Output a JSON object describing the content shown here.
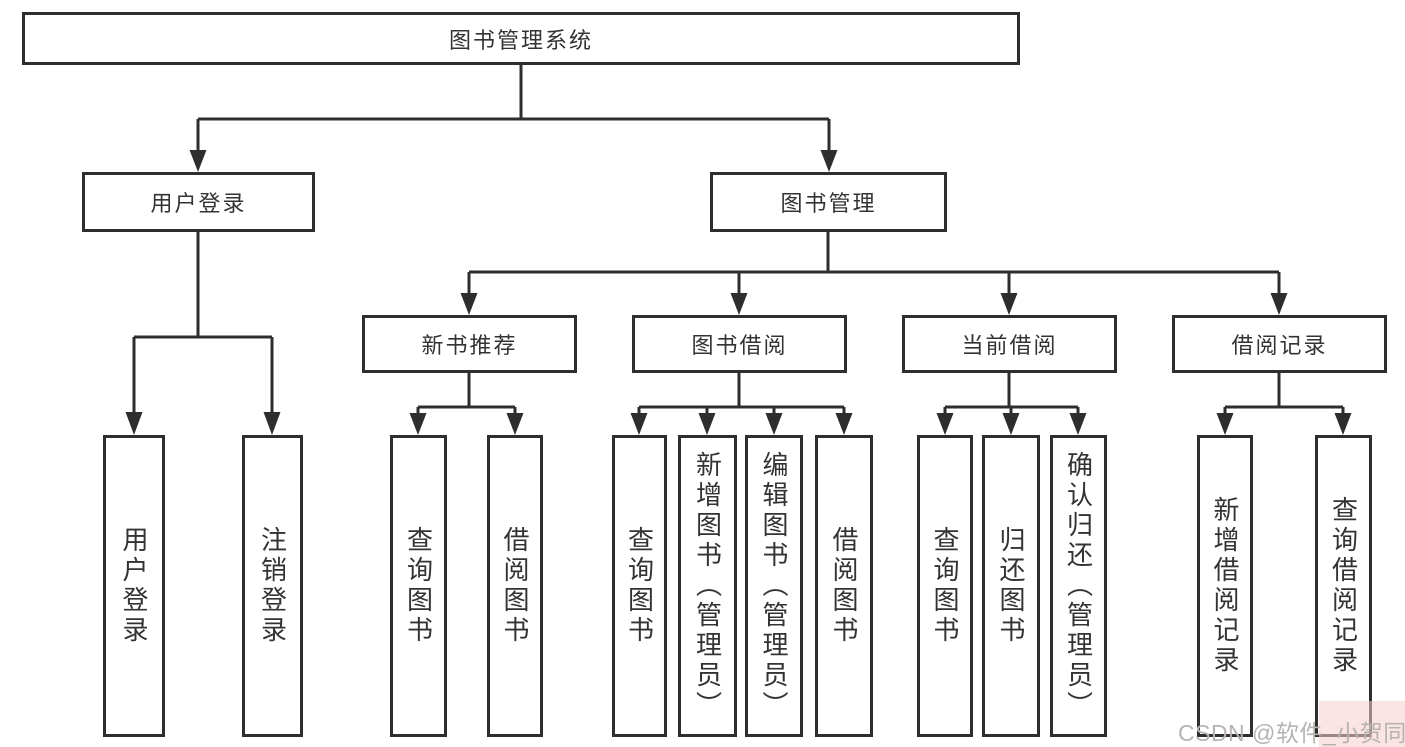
{
  "diagram": {
    "title": "图书管理系统",
    "nodes": {
      "root": "图书管理系统",
      "l2_user_login": "用户登录",
      "l2_book_mgmt": "图书管理",
      "l3_new_book": "新书推荐",
      "l3_book_borrow": "图书借阅",
      "l3_current_borrow": "当前借阅",
      "l3_borrow_record": "借阅记录",
      "leaf_user_login": "用户登录",
      "leaf_logout": "注销登录",
      "leaf_nb_query_book": "查询图书",
      "leaf_nb_borrow_book": "借阅图书",
      "leaf_bb_query_book": "查询图书",
      "leaf_bb_add_book": "新增图书（管理员）",
      "leaf_bb_edit_book": "编辑图书（管理员）",
      "leaf_bb_borrow_book": "借阅图书",
      "leaf_cb_query_book": "查询图书",
      "leaf_cb_return_book": "归还图书",
      "leaf_cb_confirm_return": "确认归还（管理员）",
      "leaf_br_add_record": "新增借阅记录",
      "leaf_br_query_record": "查询借阅记录"
    },
    "edges": [
      [
        "图书管理系统",
        "用户登录"
      ],
      [
        "图书管理系统",
        "图书管理"
      ],
      [
        "用户登录",
        "用户登录(叶)"
      ],
      [
        "用户登录",
        "注销登录"
      ],
      [
        "图书管理",
        "新书推荐"
      ],
      [
        "图书管理",
        "图书借阅"
      ],
      [
        "图书管理",
        "当前借阅"
      ],
      [
        "图书管理",
        "借阅记录"
      ],
      [
        "新书推荐",
        "查询图书"
      ],
      [
        "新书推荐",
        "借阅图书"
      ],
      [
        "图书借阅",
        "查询图书"
      ],
      [
        "图书借阅",
        "新增图书（管理员）"
      ],
      [
        "图书借阅",
        "编辑图书（管理员）"
      ],
      [
        "图书借阅",
        "借阅图书"
      ],
      [
        "当前借阅",
        "查询图书"
      ],
      [
        "当前借阅",
        "归还图书"
      ],
      [
        "当前借阅",
        "确认归还（管理员）"
      ],
      [
        "借阅记录",
        "新增借阅记录"
      ],
      [
        "借阅记录",
        "查询借阅记录"
      ]
    ],
    "colors": {
      "line": "#2e2e2e",
      "text": "#333333",
      "background": "#ffffff",
      "watermark_text": "#b7b3b1",
      "watermark_bg": "#f8cece"
    }
  },
  "watermark": {
    "text": "CSDN @软件_小贺同学"
  }
}
